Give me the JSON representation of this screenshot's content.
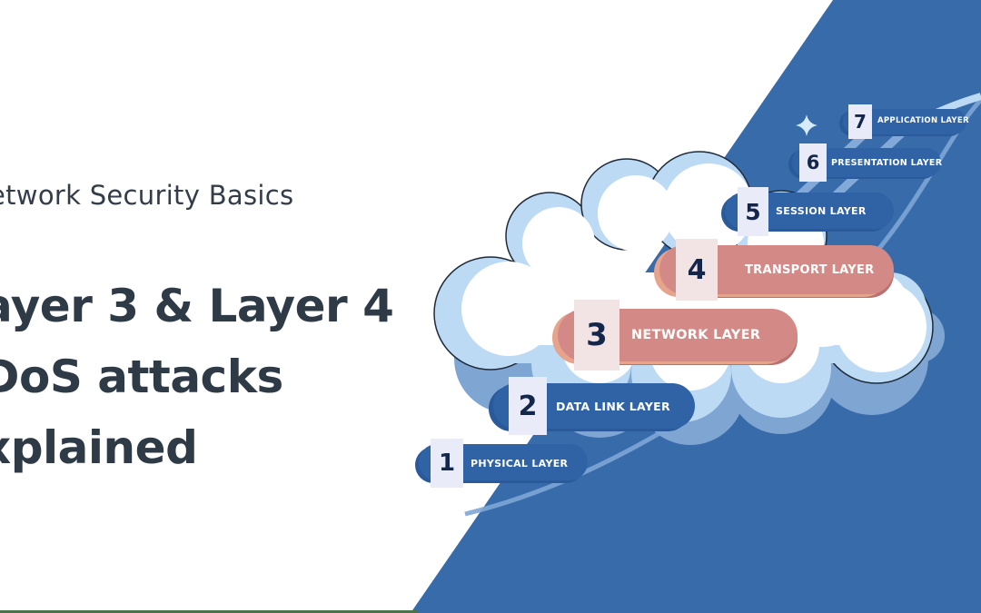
{
  "header": {
    "subtitle": "etwork Security Basics",
    "headline_lines": [
      "ayer 3 & Layer 4",
      "DoS attacks",
      "xplained"
    ]
  },
  "colors": {
    "background": "#ffffff",
    "blue_panel": "#386baa",
    "text_dark": "#2f3a47",
    "pill_blue": "#2f63a6",
    "pill_salmon": "#d38a86",
    "num_box_blue": "#e9ecf8",
    "num_box_pink": "#f2e4e4",
    "cloud_light": "#bcdaf4",
    "bottom_line": "#4b7349"
  },
  "diagram": {
    "title": "OSI model layers",
    "layers": [
      {
        "number": "7",
        "label": "APPLICATION  LAYER"
      },
      {
        "number": "6",
        "label": "PRESENTATION LAYER"
      },
      {
        "number": "5",
        "label": "SESSION LAYER"
      },
      {
        "number": "4",
        "label": "TRANSPORT LAYER"
      },
      {
        "number": "3",
        "label": "NETWORK LAYER"
      },
      {
        "number": "2",
        "label": "DATA LINK LAYER"
      },
      {
        "number": "1",
        "label": "PHYSICAL LAYER"
      }
    ],
    "decorations": [
      "sparkle-icon",
      "cloud",
      "swoosh-arc",
      "diagonal-stripes"
    ]
  }
}
